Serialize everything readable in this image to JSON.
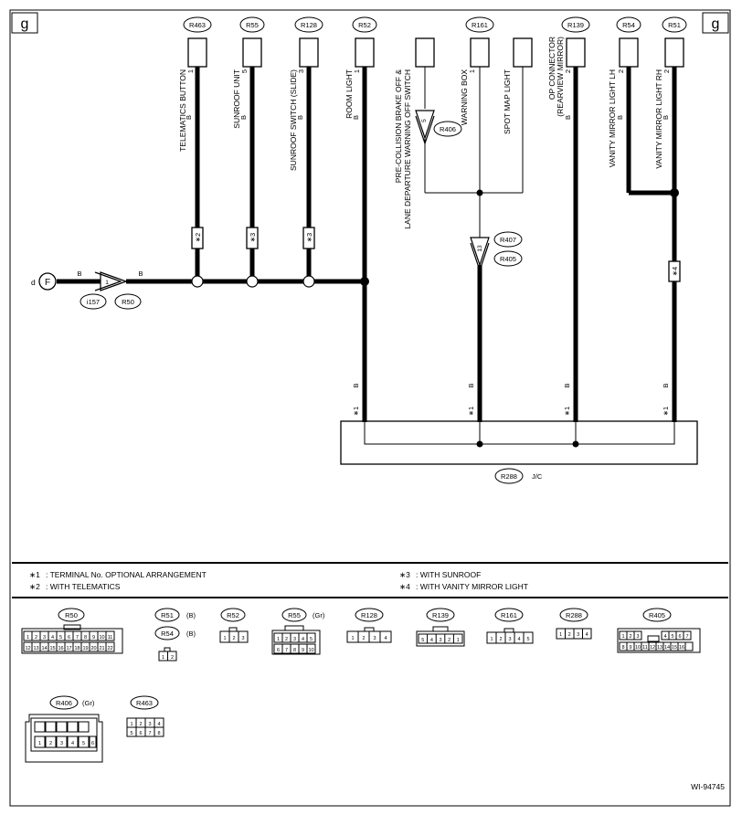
{
  "page_marks": {
    "left": "g",
    "right": "g"
  },
  "top_connectors": [
    {
      "id": "R463",
      "label": "TELEMATICS BUTTON",
      "pin": "1",
      "wire": "B"
    },
    {
      "id": "R55",
      "label": "SUNROOF UNIT",
      "pin": "5",
      "wire": "B"
    },
    {
      "id": "R128",
      "label": "SUNROOF SWITCH (SLIDE)",
      "pin": "3",
      "wire": "B"
    },
    {
      "id": "R52",
      "label": "ROOM LIGHT",
      "pin": "1",
      "wire": "B"
    },
    {
      "id": "R161",
      "label_a": "PRE-COLLISION BRAKE OFF &",
      "label_b": "LANE DEPARTURE WARNING OFF SWITCH",
      "label_c": "WARNING BOX",
      "pin_c": "1",
      "label_d": "SPOT MAP LIGHT"
    },
    {
      "id": "R139",
      "label_a": "OP CONNECTOR",
      "label_b": "(REARVIEW MIRROR)",
      "pin": "2",
      "wire": "B"
    },
    {
      "id": "R54",
      "label": "VANITY MIRROR LIGHT LH",
      "pin": "2",
      "wire": "B"
    },
    {
      "id": "R51",
      "label": "VANITY MIRROR LIGHT RH",
      "pin": "2",
      "wire": "B"
    }
  ],
  "inline_connectors": {
    "r406_pin": "5",
    "r406": "R406",
    "r407": "R407",
    "r405": "R405",
    "r407_pin": "13",
    "i157": "i157",
    "r50": "R50",
    "r50_pin": "1"
  },
  "wire_codes": {
    "b": "B"
  },
  "notes_marks": {
    "s1": "∗1",
    "s2": "∗2",
    "s3": "∗3",
    "s4": "∗4"
  },
  "ground": {
    "letter": "d",
    "symbol": "F"
  },
  "junction": {
    "id": "R288",
    "label": "J/C"
  },
  "notes": [
    {
      "mark": "∗1",
      "text": ": TERMINAL No. OPTIONAL ARRANGEMENT"
    },
    {
      "mark": "∗2",
      "text": ": WITH TELEMATICS"
    },
    {
      "mark": "∗3",
      "text": ": WITH SUNROOF"
    },
    {
      "mark": "∗4",
      "text": ": WITH VANITY MIRROR LIGHT"
    }
  ],
  "legend": {
    "r50": "R50",
    "r51": "R51",
    "r51_c": "(B)",
    "r54": "R54",
    "r54_c": "(B)",
    "r52": "R52",
    "r55": "R55",
    "r55_c": "(Gr)",
    "r128": "R128",
    "r139": "R139",
    "r161": "R161",
    "r288": "R288",
    "r405": "R405",
    "r406": "R406",
    "r406_c": "(Gr)",
    "r463": "R463"
  },
  "pins": {
    "n1": "1",
    "n2": "2",
    "n3": "3",
    "n4": "4",
    "n5": "5",
    "n6": "6",
    "n7": "7",
    "n8": "8",
    "n9": "9",
    "n10": "10",
    "n11": "11",
    "n12": "12",
    "n13": "13",
    "n14": "14",
    "n15": "15",
    "n16": "16",
    "n17": "17",
    "n18": "18",
    "n19": "19",
    "n20": "20",
    "n21": "21",
    "n22": "22"
  },
  "diagram_id": "WI-94745"
}
